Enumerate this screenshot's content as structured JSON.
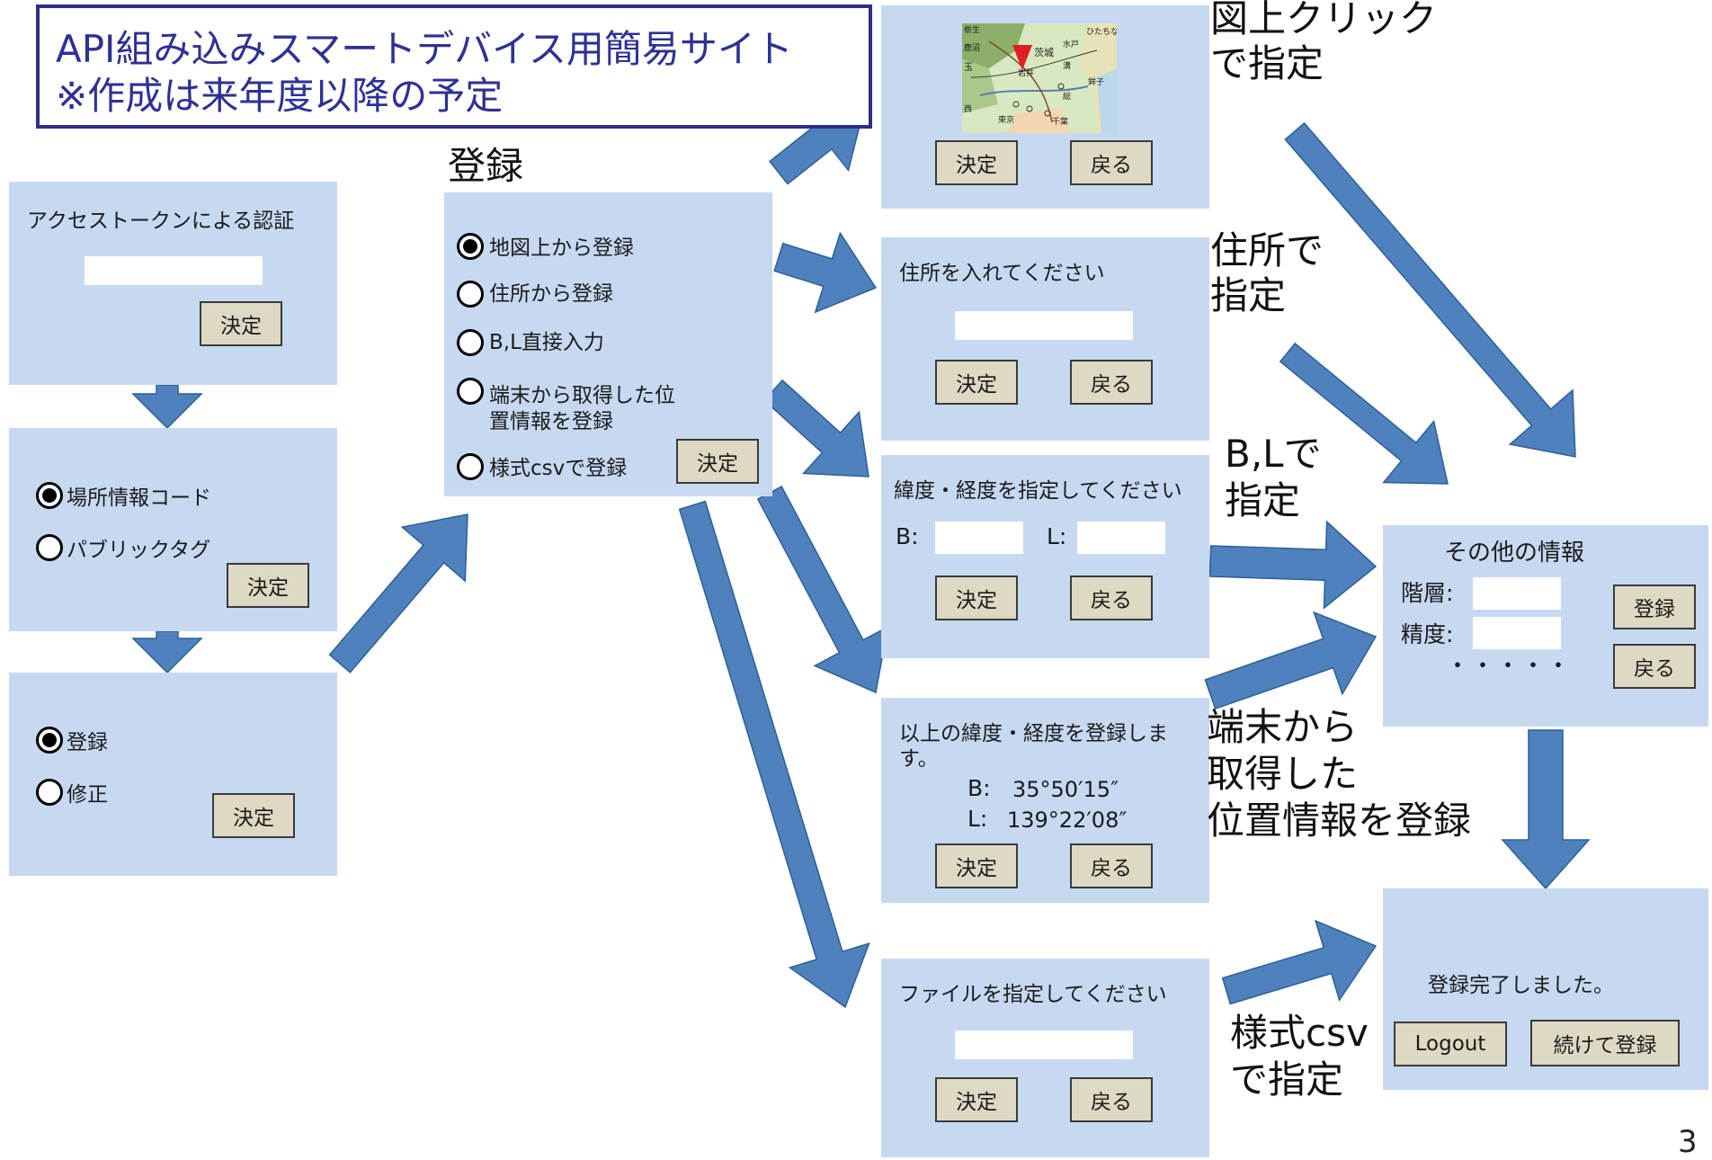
{
  "title_box": {
    "line1": "API組み込みスマートデバイス用簡易サイト",
    "line2": "※作成は来年度以降の予定"
  },
  "register_heading": "登録",
  "common": {
    "ok": "決定",
    "back": "戻る"
  },
  "auth_panel": {
    "title": "アクセストークンによる認証",
    "ok": "決定"
  },
  "source_panel": {
    "options": [
      {
        "label": "場所情報コード",
        "selected": true
      },
      {
        "label": "パブリックタグ",
        "selected": false
      }
    ],
    "ok": "決定"
  },
  "mode_panel": {
    "options": [
      {
        "label": "登録",
        "selected": true
      },
      {
        "label": "修正",
        "selected": false
      }
    ],
    "ok": "決定"
  },
  "method_panel": {
    "opt1": "地図上から登録",
    "opt2": "住所から登録",
    "opt3": "B,L直接入力",
    "opt4_line1": "端末から取得した位",
    "opt4_line2": "置情報を登録",
    "opt5": "様式csvで登録",
    "ok": "決定"
  },
  "map_panel": {
    "map_labels": [
      "栃生",
      "鹿沼",
      "水戸",
      "ひたちな",
      "茨城",
      "岩井",
      "玉",
      "西",
      "鉾子",
      "東京",
      "千葉",
      "総",
      "溝"
    ],
    "ok": "決定",
    "back": "戻る"
  },
  "address_panel": {
    "prompt": "住所を入れてください",
    "ok": "決定",
    "back": "戻る"
  },
  "bl_panel": {
    "prompt": "緯度・経度を指定してください",
    "b_label": "B:",
    "l_label": "L:",
    "ok": "決定",
    "back": "戻る"
  },
  "device_panel": {
    "line1": "以上の緯度・経度を登録しま",
    "line2": "す。",
    "b_label": "B:",
    "b_value": "35°50′15″",
    "l_label": "L:",
    "l_value": "139°22′08″",
    "ok": "決定",
    "back": "戻る"
  },
  "file_panel": {
    "prompt": "ファイルを指定してください",
    "ok": "決定",
    "back": "戻る"
  },
  "other_panel": {
    "title": "その他の情報",
    "floor_label": "階層:",
    "accuracy_label": "精度:",
    "dots": "・・・・・",
    "register": "登録",
    "back": "戻る"
  },
  "done_panel": {
    "message": "登録完了しました。",
    "logout": "Logout",
    "continue": "続けて登録"
  },
  "notes": {
    "map_l1": "図上クリック",
    "map_l2": "で指定",
    "addr_l1": "住所で",
    "addr_l2": "指定",
    "bl_l1": "B,Lで",
    "bl_l2": "指定",
    "dev_l1": "端末から",
    "dev_l2": "取得した",
    "dev_l3": "位置情報を登録",
    "csv_l1": "様式csv",
    "csv_l2": "で指定"
  },
  "page_number": "3",
  "colors": {
    "panel": "#c6d9f1",
    "button": "#ddd9c3",
    "arrow_fill": "#4f81bd",
    "arrow_stroke": "#2c5f96",
    "title_border": "#2e2e8a",
    "title_text": "#2e3192",
    "map_marker": "#e02020"
  }
}
